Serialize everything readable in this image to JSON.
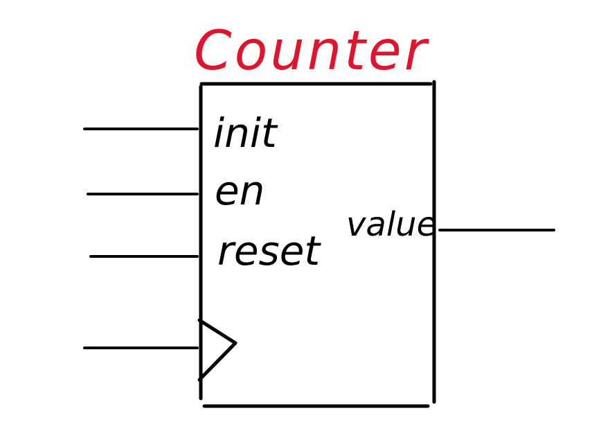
{
  "diagram": {
    "title": "Counter",
    "block": {
      "inputs": [
        "init",
        "en",
        "reset"
      ],
      "output": "value",
      "clock_input": "clock-triangle"
    },
    "colors": {
      "title": "#e0142c",
      "ink": "#000000",
      "background": "#ffffff"
    }
  }
}
